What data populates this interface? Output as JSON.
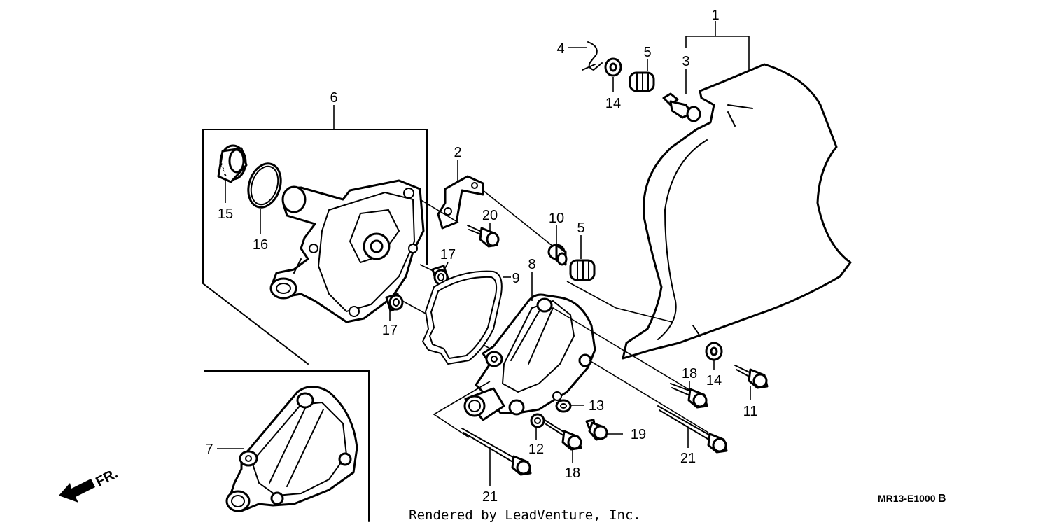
{
  "callouts": {
    "c1": "1",
    "c2": "2",
    "c3": "3",
    "c4": "4",
    "c5a": "5",
    "c5b": "5",
    "c6": "6",
    "c7": "7",
    "c8": "8",
    "c9": "9",
    "c10": "10",
    "c11": "11",
    "c12": "12",
    "c13": "13",
    "c14a": "14",
    "c14b": "14",
    "c15": "15",
    "c16": "16",
    "c17a": "17",
    "c17b": "17",
    "c18a": "18",
    "c18b": "18",
    "c19": "19",
    "c20": "20",
    "c21a": "21",
    "c21b": "21"
  },
  "direction_label": "FR.",
  "diagram_code": "MR13-E1000",
  "diagram_code_suffix": "B",
  "footer_credit": "Rendered by LeadVenture, Inc."
}
